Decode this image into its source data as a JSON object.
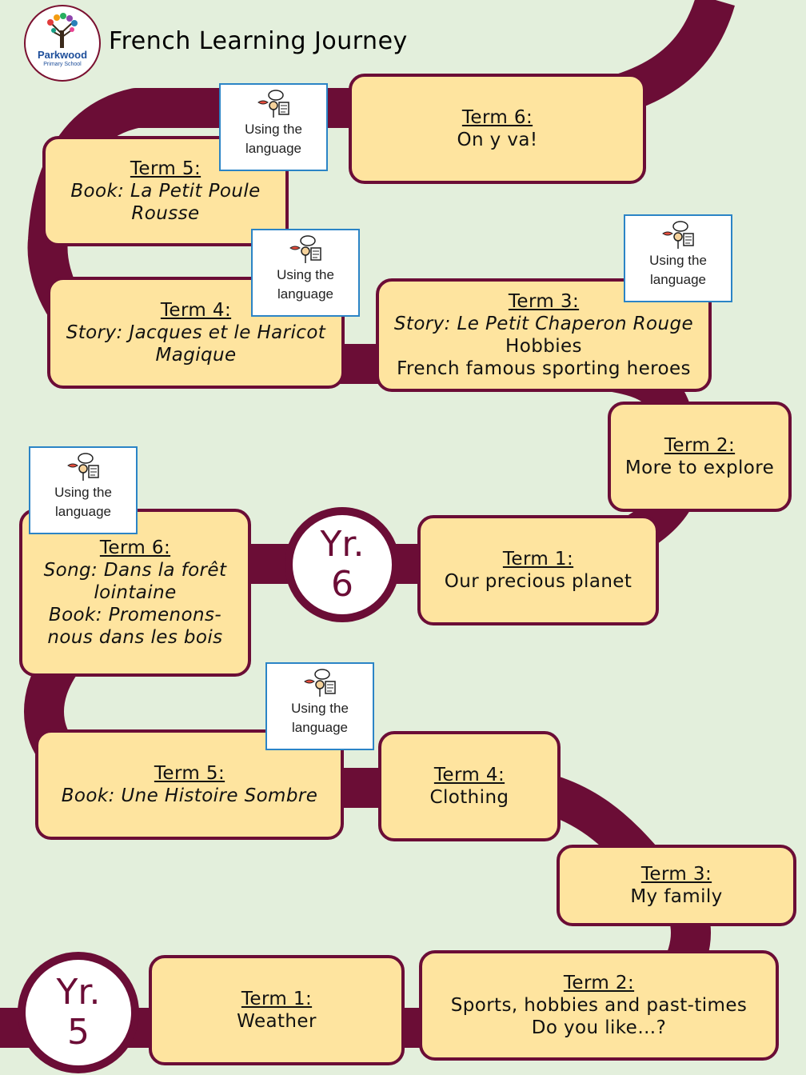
{
  "header": {
    "title": "French Learning Journey",
    "logo_name": "Parkwood",
    "logo_sub": "Primary School"
  },
  "colors": {
    "road": "#6b0d36",
    "box_fill": "#fee49f",
    "background": "#e3efdc",
    "symbol_border": "#2b84c6"
  },
  "symbol": {
    "line1": "Using the",
    "line2": "language",
    "icon": "speaking-and-reading-symbol-icon"
  },
  "year5": {
    "badge": {
      "line1": "Yr.",
      "line2": "5"
    },
    "term1": {
      "title": "Term 1:",
      "line1": "Weather"
    },
    "term2": {
      "title": "Term 2:",
      "line1": "Sports, hobbies and past-times",
      "line2": "Do you like…?"
    },
    "term3": {
      "title": "Term 3:",
      "line1": "My family"
    },
    "term4": {
      "title": "Term 4:",
      "line1": "Clothing"
    },
    "term5": {
      "title": "Term 5:",
      "line1": "Book: Une Histoire Sombre"
    },
    "term6": {
      "title": "Term 6:",
      "line1": "Song: Dans la forêt",
      "line2": "lointaine",
      "line3": "Book: Promenons-",
      "line4": "nous dans les bois"
    }
  },
  "year6": {
    "badge": {
      "line1": "Yr.",
      "line2": "6"
    },
    "term1": {
      "title": "Term 1:",
      "line1": "Our precious planet"
    },
    "term2": {
      "title": "Term 2:",
      "line1": "More to explore"
    },
    "term3": {
      "title": "Term 3:",
      "line1": "Story: Le Petit Chaperon Rouge",
      "line2": "Hobbies",
      "line3": "French famous sporting heroes"
    },
    "term4": {
      "title": "Term 4:",
      "line1": "Story: Jacques et le Haricot",
      "line2": "Magique"
    },
    "term5": {
      "title": "Term 5:",
      "line1": "Book: La Petit Poule",
      "line2": "Rousse"
    },
    "term6": {
      "title": "Term 6:",
      "line1": "On y va!"
    }
  }
}
